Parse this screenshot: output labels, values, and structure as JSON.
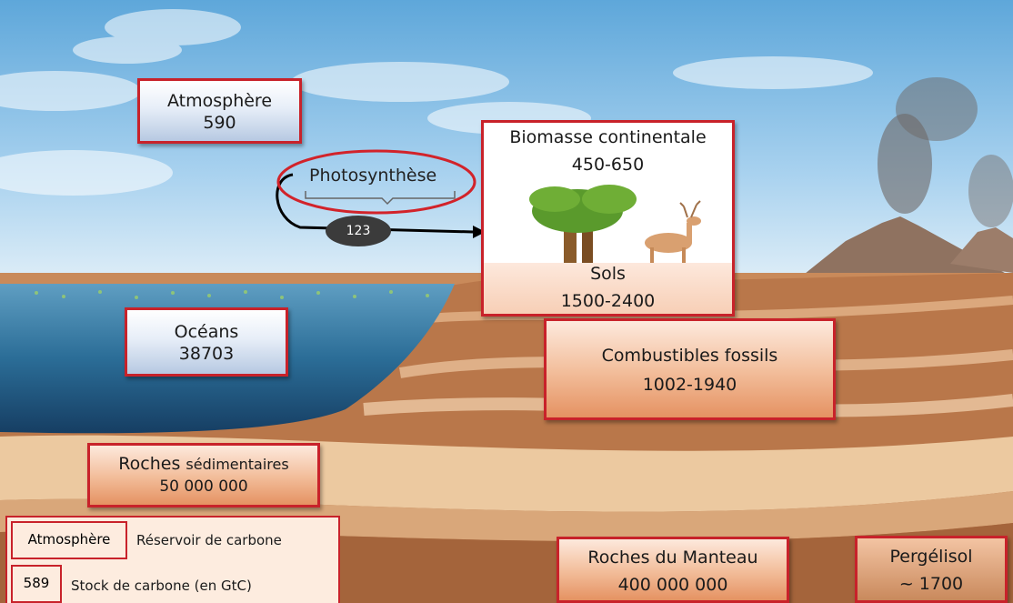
{
  "reservoirs": {
    "atmosphere": {
      "label": "Atmosphère",
      "value": "590"
    },
    "biomass": {
      "label": "Biomasse continentale",
      "value": "450-650"
    },
    "soils": {
      "label": "Sols",
      "value": "1500-2400"
    },
    "oceans": {
      "label": "Océans",
      "value": "38703"
    },
    "fossil_fuels": {
      "label": "Combustibles fossils",
      "value": "1002-1940"
    },
    "sedimentary_rocks": {
      "label_main": "Roches",
      "label_sub": "sédimentaires",
      "value": "50 000 000"
    },
    "mantle_rocks": {
      "label": "Roches du Manteau",
      "value": "400 000 000"
    },
    "permafrost": {
      "label": "Pergélisol",
      "value": "~ 1700"
    }
  },
  "flux": {
    "label": "Photosynthèse",
    "value": "123"
  },
  "legend": {
    "reservoir_example": "Atmosphère",
    "reservoir_text": "Réservoir de carbone",
    "stock_example": "589",
    "stock_text": "Stock de carbone (en GtC)"
  },
  "colors": {
    "border": "#c8222a",
    "sky": "#8fbfe3",
    "ocean": "#2f6f96",
    "earth": "#c98a5a"
  }
}
